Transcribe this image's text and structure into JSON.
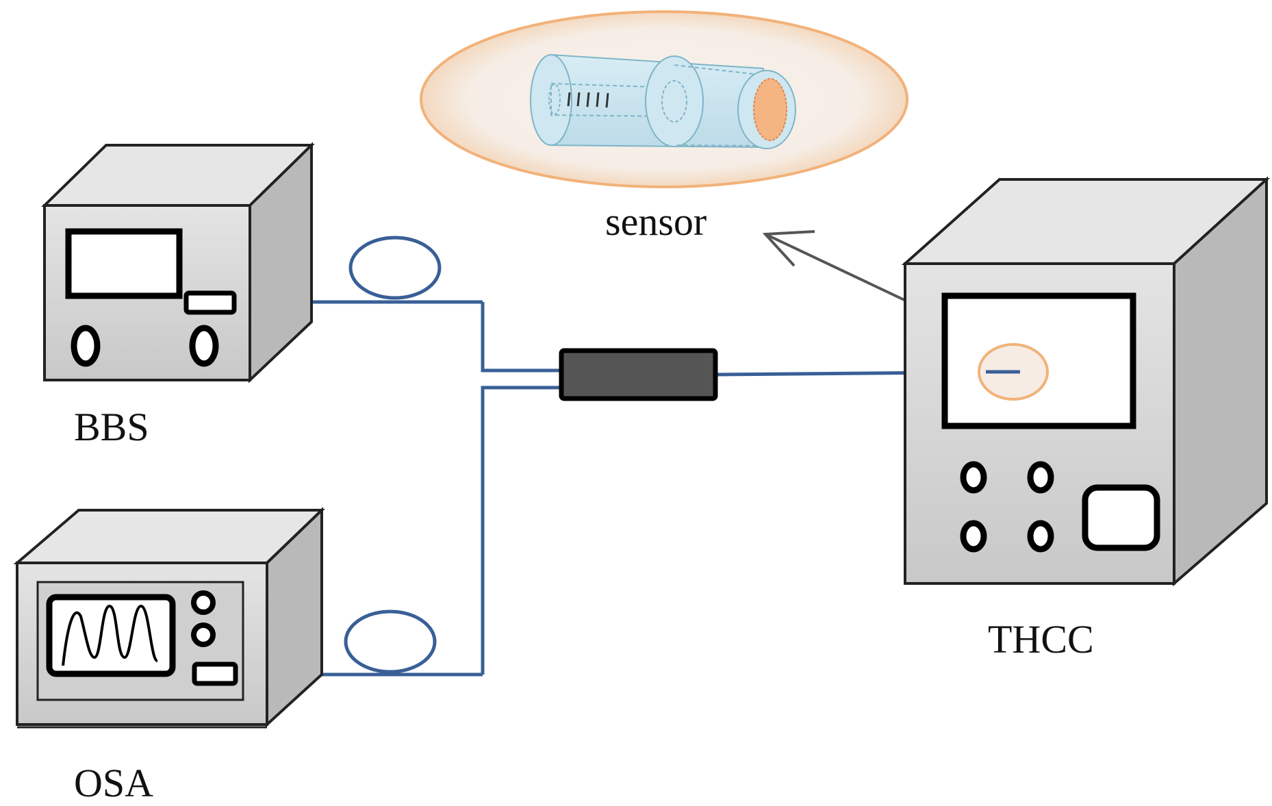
{
  "labels": {
    "sensor": "sensor",
    "bbs": "BBS",
    "osa": "OSA",
    "thcc": "THCC"
  },
  "colors": {
    "fiber": "#3a5f97",
    "device_front": "#d6d6d6",
    "device_top": "#e6e6e6",
    "device_side": "#b9b9b9",
    "coupler": "#555555",
    "sensor_halo": "#f5efe8",
    "sensor_halo_edge": "#f2b06e",
    "sensor_tube": "#c9e3ee",
    "sensor_end": "#f4b27e"
  },
  "icons": [
    "bbs-device",
    "osa-device",
    "thcc-device",
    "fiber-coupler",
    "fiber-loop",
    "sensor-tube",
    "pointer-arrow"
  ]
}
